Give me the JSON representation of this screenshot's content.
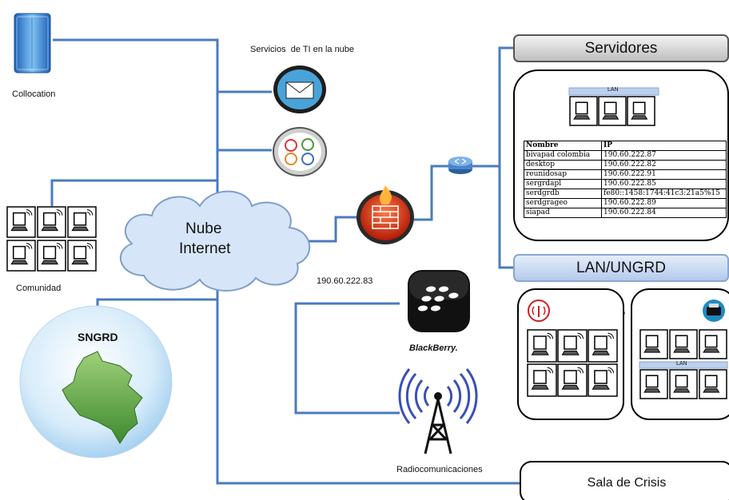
{
  "collocation": {
    "label": "Collocation",
    "icon": "server-rack-icon"
  },
  "cloud_services": {
    "label": "Servicios  de TI en la nube",
    "mail_icon": "mail-icon",
    "chat_icon": "chat-bubbles-icon"
  },
  "community": {
    "label": "Comunidad",
    "icon": "computer-icon"
  },
  "internet": {
    "line1": "Nube",
    "line2": "Internet",
    "icon": "cloud-icon",
    "ip": "190.60.222.83"
  },
  "firewall": {
    "icon": "firewall-icon"
  },
  "router": {
    "icon": "router-icon"
  },
  "sngrd": {
    "label": "SNGRD",
    "icon": "colombia-map-icon"
  },
  "blackberry": {
    "label": "BlackBerry.",
    "icon": "blackberry-icon"
  },
  "radio": {
    "label": "Radiocomunicaciones",
    "icon": "radio-tower-icon"
  },
  "servers": {
    "title": "Servidores",
    "lan_label": "LAN",
    "table_headers": [
      "Nombre",
      "IP"
    ],
    "rows": [
      [
        "bivapad colombia",
        "190.60.222.87"
      ],
      [
        "desktop",
        "190.60.222.82"
      ],
      [
        "reunidosap",
        "190.60.222.91"
      ],
      [
        "sergrdapl",
        "190.60.222.85"
      ],
      [
        "serdgrdb",
        "fe80::1458:1744:41c3:21a5%15"
      ],
      [
        "serdgrageo",
        "190.60.222.89"
      ],
      [
        "siapad",
        "190.60.222.84"
      ]
    ]
  },
  "lan_ungrd": {
    "title": "LAN/UNGRD",
    "lan_label": "LAN",
    "wifi_icon": "wireless-icon",
    "printer_icon": "printer-icon"
  },
  "crisis_room": {
    "title": "Sala de Crisis"
  },
  "colors": {
    "line": "#4a7bbf",
    "header_blue": "#bcd0ee",
    "cloud": "#d6e6f8"
  }
}
